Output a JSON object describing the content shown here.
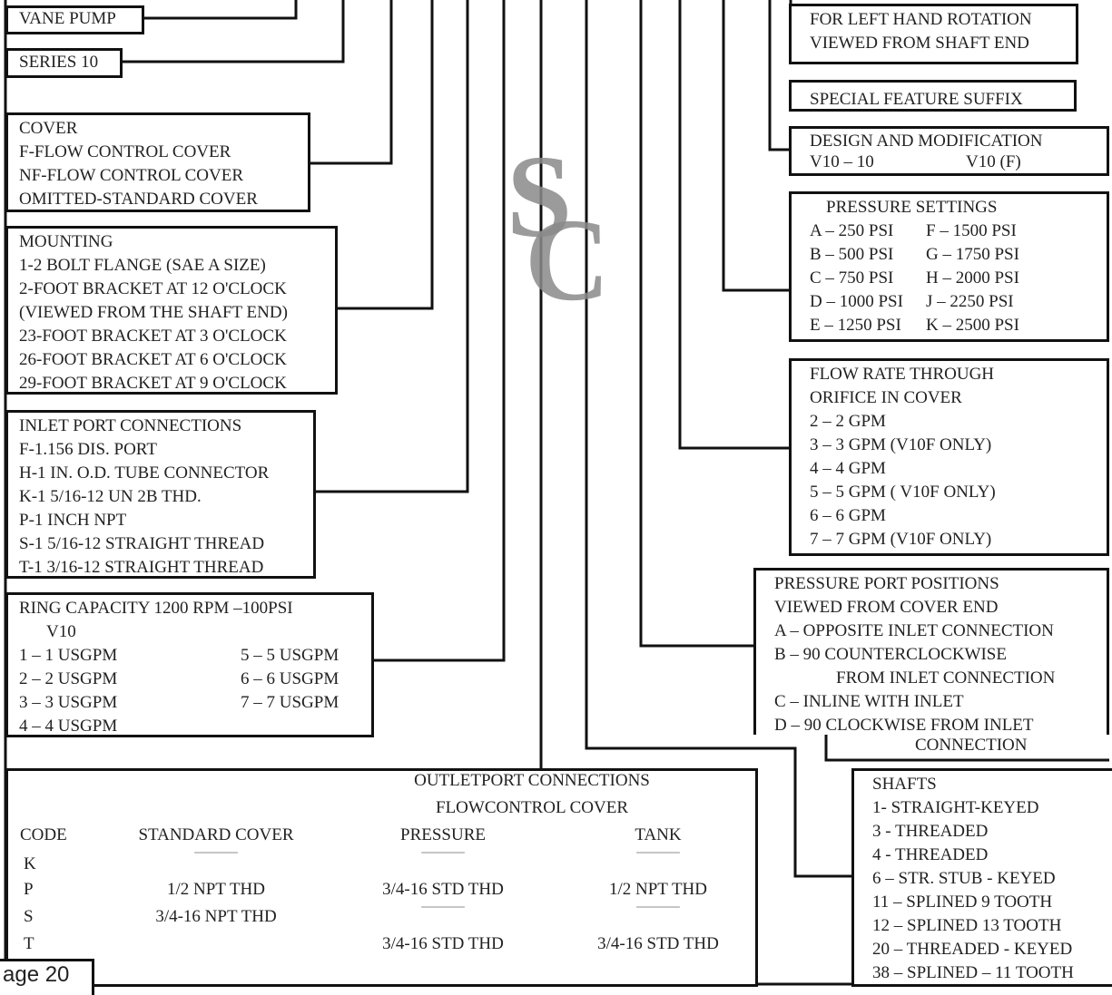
{
  "left_boxes": {
    "vane_pump": "VANE PUMP",
    "series": "SERIES 10",
    "cover": [
      "COVER",
      "F-FLOW CONTROL COVER",
      "NF-FLOW CONTROL COVER",
      "OMITTED-STANDARD COVER"
    ],
    "mounting": [
      "MOUNTING",
      "1-2 BOLT FLANGE (SAE A SIZE)",
      "2-FOOT BRACKET AT 12 O'CLOCK",
      "(VIEWED FROM THE SHAFT END)",
      "23-FOOT BRACKET AT 3 O'CLOCK",
      "26-FOOT BRACKET AT 6 O'CLOCK",
      "29-FOOT BRACKET AT 9 O'CLOCK"
    ],
    "inlet": [
      "INLET PORT CONNECTIONS",
      "F-1.156 DIS. PORT",
      "H-1 IN. O.D. TUBE CONNECTOR",
      "K-1 5/16-12 UN 2B THD.",
      "P-1 INCH NPT",
      "S-1 5/16-12 STRAIGHT THREAD",
      "T-1 3/16-12 STRAIGHT THREAD"
    ],
    "ring": {
      "title": "RING CAPACITY 1200 RPM –100PSI",
      "model": "V10",
      "col1": [
        "1 – 1 USGPM",
        "2 – 2 USGPM",
        "3 – 3 USGPM",
        "4 – 4 USGPM"
      ],
      "col2": [
        "5 – 5 USGPM",
        "6 – 6 USGPM",
        "7 – 7 USGPM"
      ]
    }
  },
  "right_boxes": {
    "left_hand": [
      "FOR LEFT HAND ROTATION",
      "VIEWED FROM SHAFT END"
    ],
    "special": "SPECIAL FEATURE SUFFIX",
    "design": {
      "title": "DESIGN AND MODIFICATION",
      "left": "V10 – 10",
      "right": "V10 (F)"
    },
    "pressure": {
      "title": "PRESSURE SETTINGS",
      "col1": [
        "A – 250 PSI",
        "B – 500 PSI",
        "C – 750 PSI",
        "D – 1000 PSI",
        "E – 1250 PSI"
      ],
      "col2": [
        "F – 1500 PSI",
        "G – 1750 PSI",
        "H – 2000 PSI",
        "J  – 2250 PSI",
        "K – 2500 PSI"
      ]
    },
    "flow_rate": [
      "FLOW RATE THROUGH",
      "ORIFICE IN COVER",
      "2 – 2 GPM",
      "3 – 3 GPM (V10F ONLY)",
      "4 – 4 GPM",
      "5 – 5 GPM ( V10F ONLY)",
      "6 – 6 GPM",
      "7 – 7 GPM (V10F ONLY)"
    ],
    "port_positions": [
      "PRESSURE PORT POSITIONS",
      "VIEWED FROM COVER END",
      "A – OPPOSITE INLET CONNECTION",
      "B – 90 COUNTERCLOCKWISE",
      "FROM INLET CONNECTION",
      "C – INLINE WITH INLET",
      "D – 90 CLOCKWISE FROM INLET",
      "CONNECTION"
    ],
    "shafts": [
      "SHAFTS",
      "1- STRAIGHT-KEYED",
      "3 - THREADED",
      "4 - THREADED",
      "6 – STR. STUB - KEYED",
      "11 – SPLINED 9 TOOTH",
      "12 – SPLINED 13 TOOTH",
      "20 – THREADED - KEYED",
      "38 – SPLINED – 11 TOOTH"
    ]
  },
  "outlet": {
    "title": "OUTLETPORT CONNECTIONS",
    "subtitle": "FLOWCONTROL COVER",
    "headers": [
      "CODE",
      "STANDARD  COVER",
      "PRESSURE",
      "TANK"
    ],
    "rows": [
      {
        "code": "K",
        "standard": "_____",
        "pressure": "_____",
        "tank": "_____"
      },
      {
        "code": "P",
        "standard": "1/2 NPT THD",
        "pressure": "3/4-16 STD THD",
        "tank": "1/2 NPT THD"
      },
      {
        "code": "S",
        "standard": "3/4-16 NPT THD",
        "pressure": "_____",
        "tank": "_____"
      },
      {
        "code": "T",
        "standard": "",
        "pressure": "3/4-16 STD THD",
        "tank": "3/4-16 STD THD"
      }
    ]
  },
  "logo": {
    "letters": "SC",
    "color": "#8a8a8a"
  },
  "page_label": "age 20"
}
